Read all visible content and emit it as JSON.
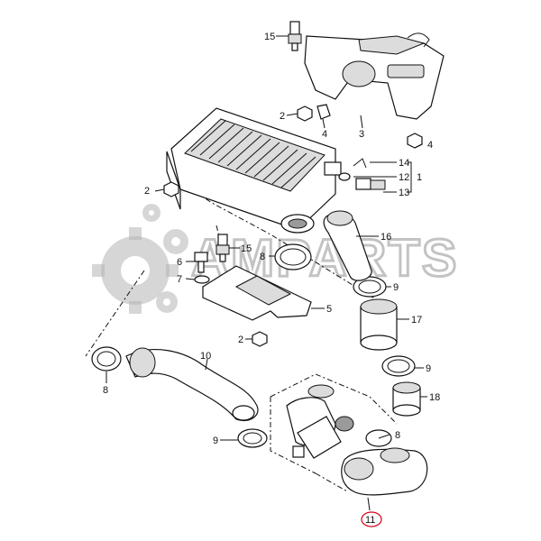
{
  "watermark": {
    "text": "AMPARTS"
  },
  "callouts": [
    {
      "id": "c15a",
      "text": "15"
    },
    {
      "id": "c2a",
      "text": "2"
    },
    {
      "id": "c4a",
      "text": "4"
    },
    {
      "id": "c3",
      "text": "3"
    },
    {
      "id": "c4b",
      "text": "4"
    },
    {
      "id": "c14",
      "text": "14"
    },
    {
      "id": "c12",
      "text": "12"
    },
    {
      "id": "c1",
      "text": "1"
    },
    {
      "id": "c13",
      "text": "13"
    },
    {
      "id": "c2b",
      "text": "2"
    },
    {
      "id": "c16",
      "text": "16"
    },
    {
      "id": "c15b",
      "text": "15"
    },
    {
      "id": "c8a",
      "text": "8"
    },
    {
      "id": "c6",
      "text": "6"
    },
    {
      "id": "c7",
      "text": "7"
    },
    {
      "id": "c9a",
      "text": "9"
    },
    {
      "id": "c5",
      "text": "5"
    },
    {
      "id": "c17",
      "text": "17"
    },
    {
      "id": "c2c",
      "text": "2"
    },
    {
      "id": "c10",
      "text": "10"
    },
    {
      "id": "c9b",
      "text": "9"
    },
    {
      "id": "c8b",
      "text": "8"
    },
    {
      "id": "c18",
      "text": "18"
    },
    {
      "id": "c9c",
      "text": "9"
    },
    {
      "id": "c8c",
      "text": "8"
    },
    {
      "id": "c11",
      "text": "11"
    }
  ],
  "colors": {
    "line": "#111111",
    "highlight": "#d0021b",
    "watermark": "#9c9c9c"
  }
}
